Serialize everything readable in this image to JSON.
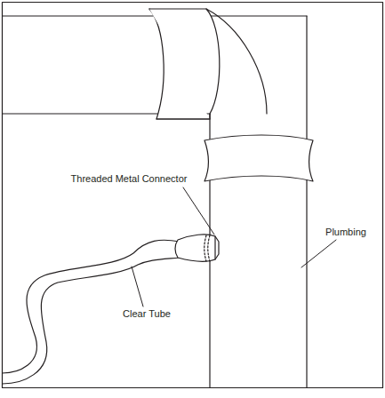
{
  "diagram": {
    "labels": [
      "Threaded Metal Connector",
      "Plumbing",
      "Clear Tube"
    ]
  }
}
